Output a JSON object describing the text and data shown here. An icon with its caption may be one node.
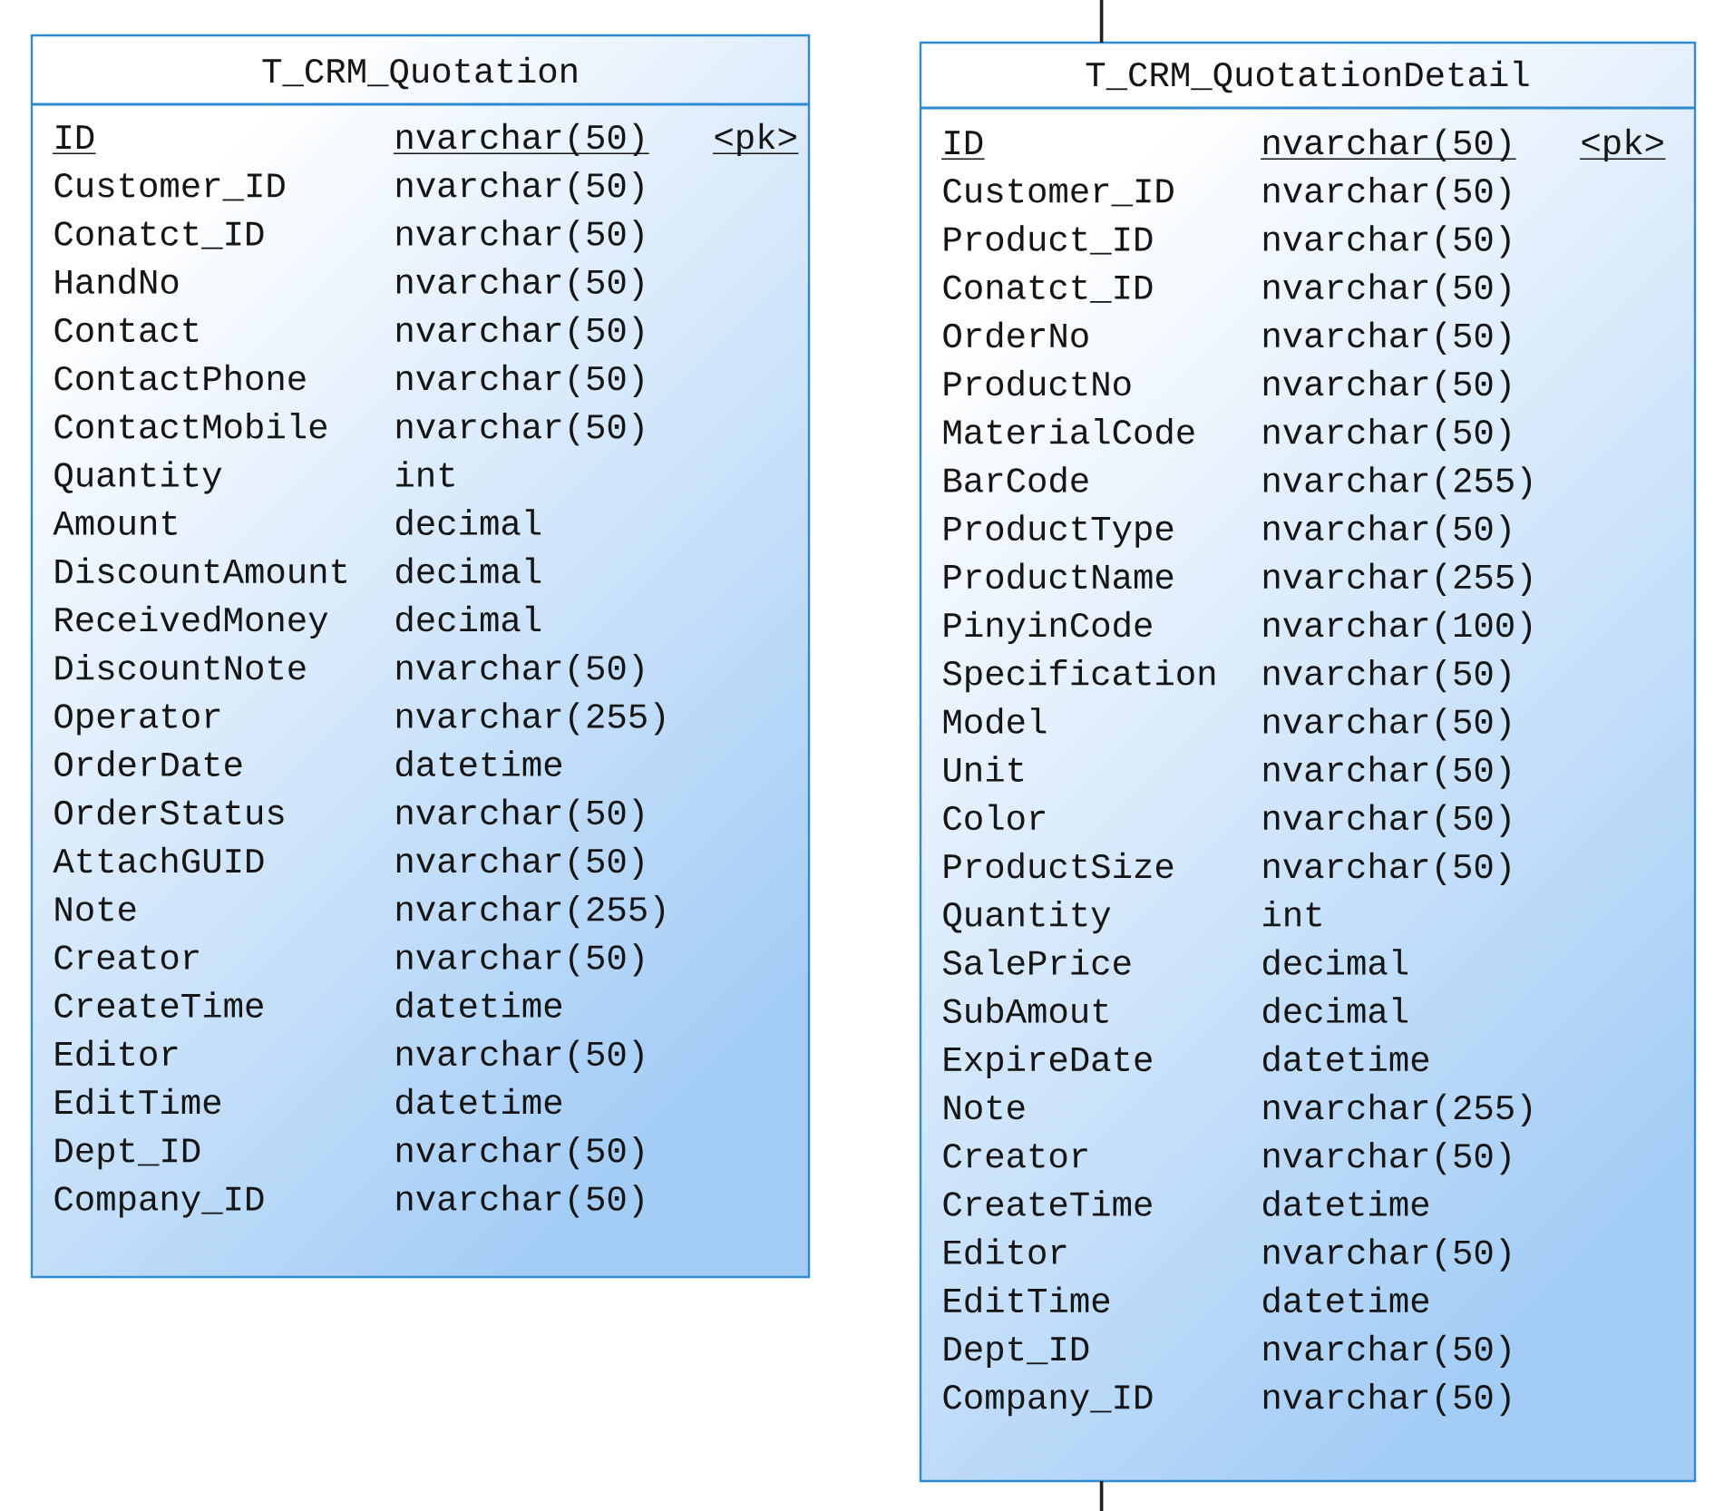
{
  "diagram": {
    "nodes": [
      {
        "text": [
          "T_CRM_Quotation",
          "ID",
          "nvarchar(50)",
          "<pk>",
          "Customer_ID",
          "nvarchar(50)",
          "Conatct_ID",
          "nvarchar(50)",
          "HandNo",
          "nvarchar(50)",
          "Contact",
          "nvarchar(50)",
          "ContactPhone",
          "nvarchar(50)",
          "ContactMobile",
          "nvarchar(50)",
          "Quantity",
          "int",
          "Amount",
          "decimal",
          "DiscountAmount",
          "decimal",
          "ReceivedMoney",
          "decimal",
          "DiscountNote",
          "nvarchar(50)",
          "Operator",
          "nvarchar(255)",
          "OrderDate",
          "datetime",
          "OrderStatus",
          "nvarchar(50)",
          "AttachGUID",
          "nvarchar(50)",
          "Note",
          "nvarchar(255)",
          "Creator",
          "nvarchar(50)",
          "CreateTime",
          "datetime",
          "Editor",
          "nvarchar(50)",
          "EditTime",
          "datetime",
          "Dept_ID",
          "nvarchar(50)",
          "Company_ID",
          "nvarchar(50)"
        ]
      },
      {
        "text": [
          "T_CRM_QuotationDetail",
          "ID",
          "nvarchar(50)",
          "<pk>",
          "Customer_ID",
          "nvarchar(50)",
          "Product_ID",
          "nvarchar(50)",
          "Conatct_ID",
          "nvarchar(50)",
          "OrderNo",
          "nvarchar(50)",
          "ProductNo",
          "nvarchar(50)",
          "MaterialCode",
          "nvarchar(50)",
          "BarCode",
          "nvarchar(255)",
          "ProductType",
          "nvarchar(50)",
          "ProductName",
          "nvarchar(255)",
          "PinyinCode",
          "nvarchar(100)",
          "Specification",
          "nvarchar(50)",
          "Model",
          "nvarchar(50)",
          "Unit",
          "nvarchar(50)",
          "Color",
          "nvarchar(50)",
          "ProductSize",
          "nvarchar(50)",
          "Quantity",
          "int",
          "SalePrice",
          "decimal",
          "SubAmout",
          "decimal",
          "ExpireDate",
          "datetime",
          "Note",
          "nvarchar(255)",
          "Creator",
          "nvarchar(50)",
          "CreateTime",
          "datetime",
          "Editor",
          "nvarchar(50)",
          "EditTime",
          "datetime",
          "Dept_ID",
          "nvarchar(50)",
          "Company_ID",
          "nvarchar(50)"
        ]
      }
    ],
    "edges": [
      {
        "from": null,
        "to": 1,
        "arrow": "none"
      },
      {
        "from": 1,
        "to": null,
        "arrow": "none"
      }
    ]
  }
}
